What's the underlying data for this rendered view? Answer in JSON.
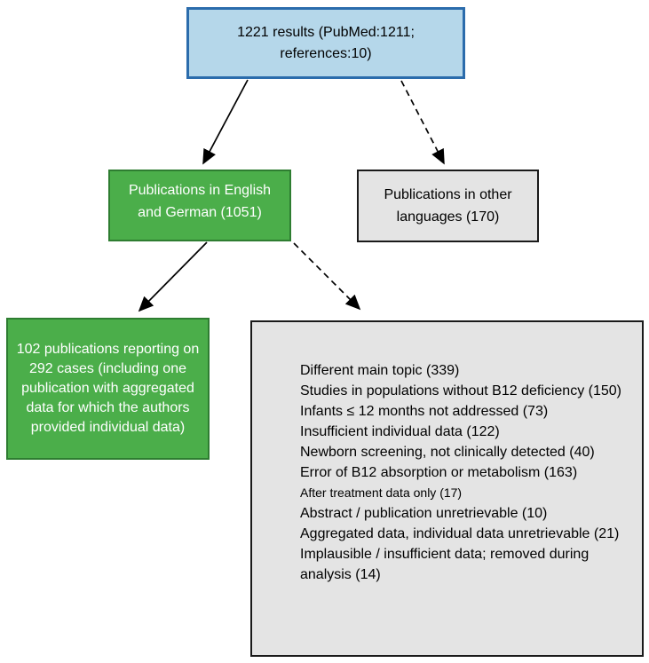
{
  "boxes": {
    "results": {
      "text": "1221 results (PubMed:1211; references:10)"
    },
    "english_german": {
      "text": "Publications in English and German (1051)"
    },
    "other_languages": {
      "text": "Publications in other languages (170)"
    },
    "included_cases": {
      "text": "102 publications reporting on 292 cases (including one publication with aggregated data for  which the authors provided individual data)"
    },
    "exclusions": {
      "items": [
        {
          "text": "Different main topic (339)",
          "size": "normal"
        },
        {
          "text": "Studies in populations without B12 deficiency (150)",
          "size": "normal"
        },
        {
          "text": "Infants ≤ 12 months not addressed (73)",
          "size": "normal"
        },
        {
          "text": "Insufficient individual data (122)",
          "size": "normal"
        },
        {
          "text": "Newborn screening, not clinically detected (40)",
          "size": "normal"
        },
        {
          "text": "Error of B12 absorption or metabolism (163)",
          "size": "normal"
        },
        {
          "text": "After treatment data only (17)",
          "size": "small"
        },
        {
          "text": "Abstract / publication unretrievable (10)",
          "size": "normal"
        },
        {
          "text": "Aggregated data, individual data unretrievable (21)",
          "size": "normal"
        },
        {
          "text": "Implausible / insufficient data; removed during analysis (14)",
          "size": "normal"
        }
      ]
    }
  },
  "colors": {
    "results_fill": "#b5d7ea",
    "results_border": "#2b6cac",
    "included_fill": "#4bae4a",
    "included_border": "#2e7d31",
    "excluded_fill": "#e4e4e4",
    "excluded_border": "#1a1a1a",
    "arrow": "#000000"
  }
}
